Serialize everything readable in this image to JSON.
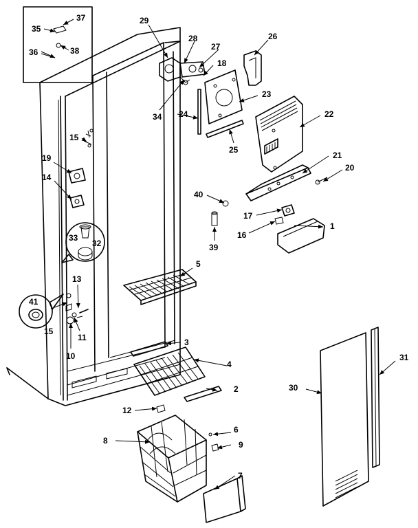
{
  "labels": {
    "p1": "1",
    "p2": "2",
    "p3": "3",
    "p4": "4",
    "p5": "5",
    "p6": "6",
    "p7": "7",
    "p8": "8",
    "p9": "9",
    "p10": "10",
    "p11": "11",
    "p12": "12",
    "p13": "13",
    "p14": "14",
    "p15a": "15",
    "p15b": "15",
    "p16": "16",
    "p17": "17",
    "p18": "18",
    "p19": "19",
    "p20": "20",
    "p21": "21",
    "p22": "22",
    "p23": "23",
    "p24": "24",
    "p25": "25",
    "p26": "26",
    "p27": "27",
    "p28": "28",
    "p29": "29",
    "p30": "30",
    "p31": "31",
    "p32": "32",
    "p33": "33",
    "p34": "34",
    "p35": "35",
    "p36": "36",
    "p37": "37",
    "p38": "38",
    "p39": "39",
    "p40": "40",
    "p41": "41"
  }
}
